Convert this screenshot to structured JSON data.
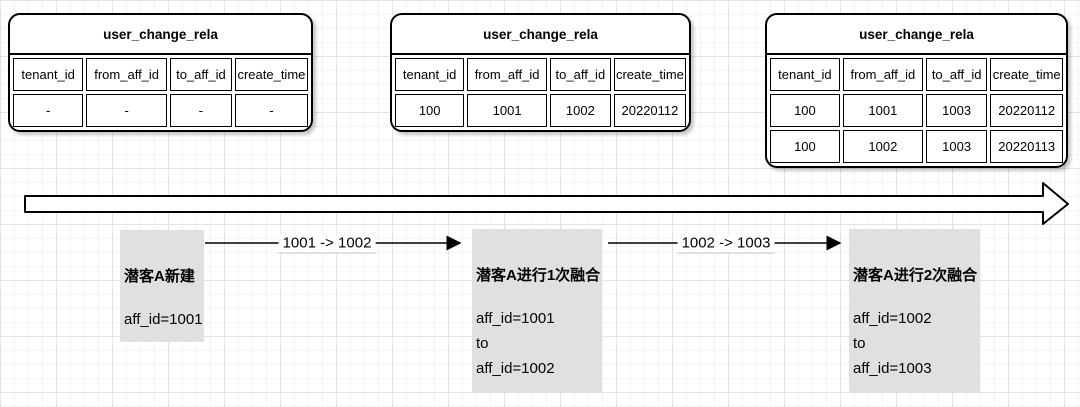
{
  "tables": [
    {
      "title": "user_change_rela",
      "columns": [
        "tenant_id",
        "from_aff_id",
        "to_aff_id",
        "create_time"
      ],
      "rows": [
        [
          "-",
          "-",
          "-",
          "-"
        ]
      ]
    },
    {
      "title": "user_change_rela",
      "columns": [
        "tenant_id",
        "from_aff_id",
        "to_aff_id",
        "create_time"
      ],
      "rows": [
        [
          "100",
          "1001",
          "1002",
          "20220112"
        ]
      ]
    },
    {
      "title": "user_change_rela",
      "columns": [
        "tenant_id",
        "from_aff_id",
        "to_aff_id",
        "create_time"
      ],
      "rows": [
        [
          "100",
          "1001",
          "1003",
          "20220112"
        ],
        [
          "100",
          "1002",
          "1003",
          "20220113"
        ]
      ]
    }
  ],
  "stages": [
    {
      "title": "潜客A新建",
      "lines": [
        "aff_id=1001"
      ]
    },
    {
      "title": "潜客A进行1次融合",
      "lines": [
        "aff_id=1001",
        "to",
        "aff_id=1002"
      ]
    },
    {
      "title": "潜客A进行2次融合",
      "lines": [
        "aff_id=1002",
        "to",
        "aff_id=1003"
      ]
    }
  ],
  "transitions": [
    {
      "label": "1001 -> 1002"
    },
    {
      "label": "1002 -> 1003"
    }
  ],
  "colors": {
    "stage_fill": "#e0e0e0",
    "stroke": "#000000",
    "grid_minor": "#f4f4f4",
    "grid_major": "#e3e3e3"
  }
}
